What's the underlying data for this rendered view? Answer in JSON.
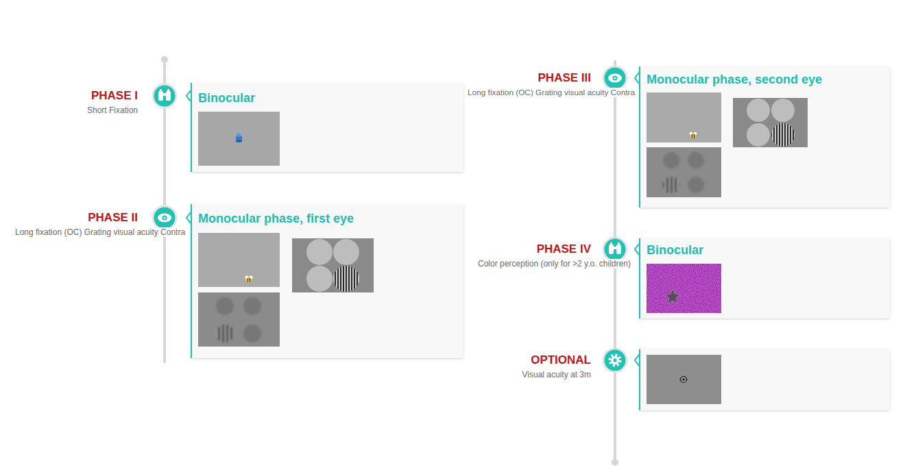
{
  "diagram": {
    "nodes": [
      {
        "text": [
          "PHASE I",
          "Short Fixation",
          "Binocular"
        ]
      },
      {
        "text": [
          "PHASE II",
          "Long fixation (OC) Grating visual acuity Contra",
          "Monocular phase, first eye"
        ]
      },
      {
        "text": [
          "PHASE III",
          "Long fixation (OC) Grating visual acuity Contra",
          "Monocular phase, second eye"
        ]
      },
      {
        "text": [
          "PHASE IV",
          "Color perception (only for >2 y.o. children)",
          "Binocular"
        ]
      },
      {
        "text": [
          "OPTIONAL",
          "Visual acuity at 3m"
        ]
      }
    ],
    "edges": [
      {
        "from": 0,
        "to": 1,
        "arrow": "none"
      },
      {
        "from": 2,
        "to": 3,
        "arrow": "none"
      },
      {
        "from": 3,
        "to": 4,
        "arrow": "none"
      }
    ]
  }
}
